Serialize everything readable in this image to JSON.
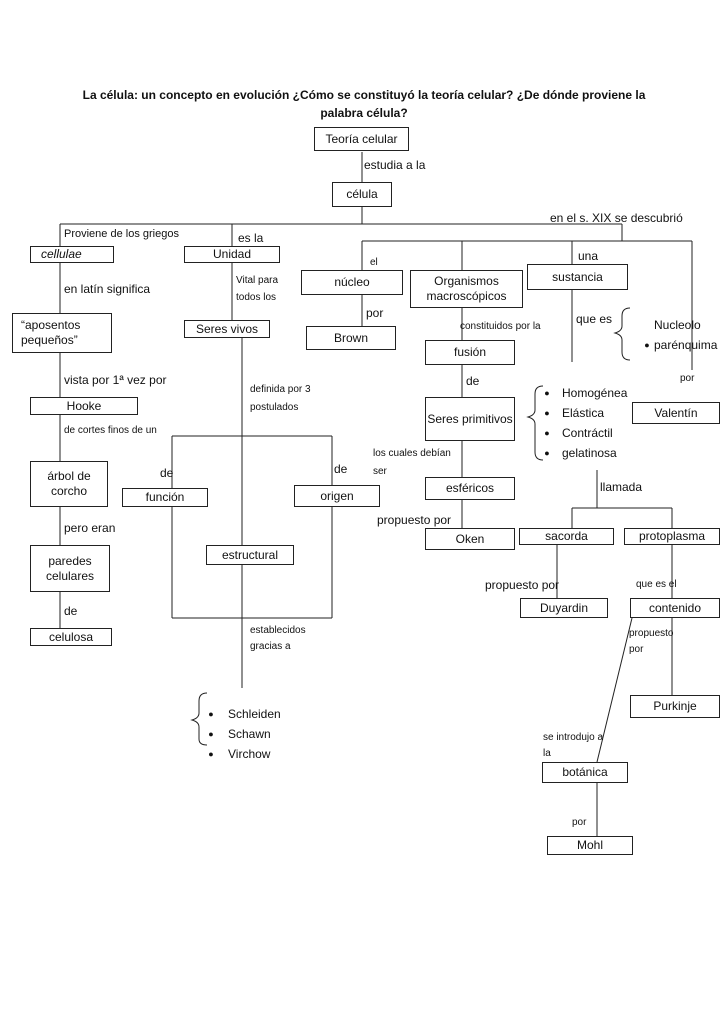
{
  "title": "La célula: un concepto en evolución ¿Cómo se constituyó la teoría celular? ¿De dónde proviene la palabra célula?",
  "boxes": {
    "teoria": "Teoría celular",
    "celula": "célula",
    "cellulae": "cellulae",
    "unidad": "Unidad",
    "nucleo": "núcleo",
    "organismos": "Organismos macroscópicos",
    "sustancia": "sustancia",
    "aposentos": "“aposentos pequeños”",
    "seres_vivos": "Seres vivos",
    "brown": "Brown",
    "fusion": "fusión",
    "valentin": "Valentín",
    "hooke": "Hooke",
    "seres_primitivos": "Seres primitivos",
    "arbol": "árbol de corcho",
    "funcion": "función",
    "origen": "origen",
    "esfericos": "esféricos",
    "paredes": "paredes celulares",
    "estructural": "estructural",
    "oken": "Oken",
    "sacorda": "sacorda",
    "protoplasma": "protoplasma",
    "celulosa": "celulosa",
    "duyardin": "Duyardin",
    "contenido": "contenido",
    "purkinje": "Purkinje",
    "botanica": "botánica",
    "mohl": "Mohl"
  },
  "labels": {
    "estudia": "estudia a la",
    "siglo": "en el s. XIX se descubrió",
    "griegos": "Proviene de los griegos",
    "es_la": "es la",
    "el": "el",
    "una": "una",
    "latin": "en latín significa",
    "vital": "Vital para todos los",
    "por1": "por",
    "constituidos": "constituidos por la",
    "que_es": "que es",
    "vista": "vista por 1ª vez por",
    "definida": "definida por 3 postulados",
    "de1": "de",
    "por2": "por",
    "cortes": "de cortes finos de un",
    "cuales": "los cuales debían ser",
    "de2": "de",
    "de3": "de",
    "llamada": "llamada",
    "pero": "pero eran",
    "propuesto1": "propuesto por",
    "propuesto2": "propuesto por",
    "que_es_el": "que es el",
    "de4": "de",
    "establecidos": "establecidos gracias a",
    "propuesto3": "propuesto por",
    "introdujo": "se introdujo a la",
    "por3": "por"
  },
  "lists": {
    "nucleolo": [
      "Nucleolo",
      "parénquima"
    ],
    "propiedades": [
      "Homogénea",
      "Elástica",
      "Contráctil",
      "gelatinosa"
    ],
    "cientificos": [
      "Schleiden",
      "Schawn",
      "Virchow"
    ]
  }
}
